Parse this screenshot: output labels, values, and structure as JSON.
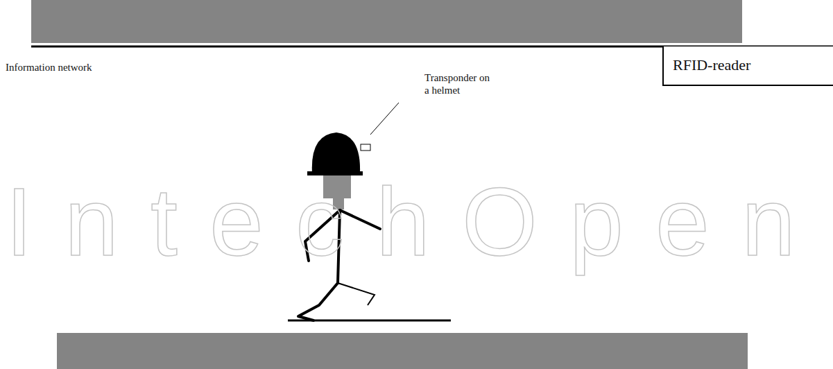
{
  "diagram": {
    "nodes": [
      {
        "text": [
          "RFID-reader"
        ]
      }
    ],
    "labels": [
      "Information network",
      "Transponder on a helmet",
      "IntechOpen"
    ]
  }
}
